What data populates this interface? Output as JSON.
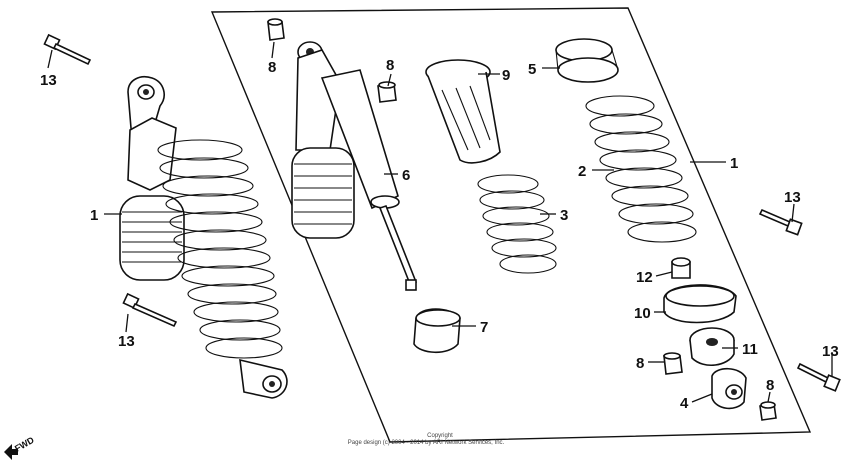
{
  "diagram": {
    "callouts": [
      "13",
      "8",
      "8",
      "9",
      "5",
      "1",
      "2",
      "6",
      "3",
      "1",
      "13",
      "12",
      "10",
      "7",
      "13",
      "11",
      "8",
      "13",
      "4",
      "8"
    ],
    "footer": {
      "line1": "Copyright",
      "line2": "Page design (c) 2004 - 2014 by ARI Network Services, Inc."
    },
    "fwd_label": "FWD"
  }
}
